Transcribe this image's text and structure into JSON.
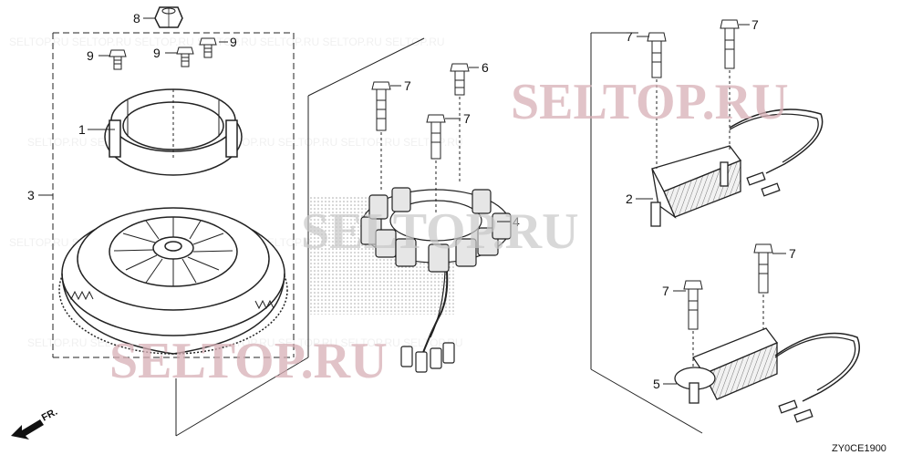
{
  "diagram": {
    "watermarks": [
      "SELTOP.RU",
      "SELTOP.RU",
      "SELTOP.RU"
    ],
    "direction_label": "FR.",
    "diagram_code": "ZY0CE1900",
    "callouts": {
      "c8": "8",
      "c9a": "9",
      "c9b": "9",
      "c9c": "9",
      "c1": "1",
      "c3": "3",
      "c7a": "7",
      "c6": "6",
      "c7b": "7",
      "c4": "4",
      "c7c": "7",
      "c7d": "7",
      "c2": "2",
      "c7e": "7",
      "c7f": "7",
      "c5": "5"
    }
  }
}
